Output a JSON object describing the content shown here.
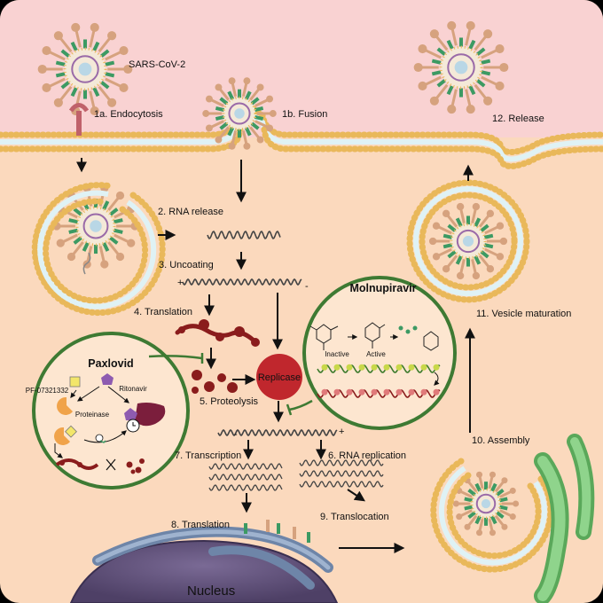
{
  "virus_label": "SARS-CoV-2",
  "steps": {
    "s1a": "1a. Endocytosis",
    "s1b": "1b. Fusion",
    "s2": "2. RNA release",
    "s3": "3. Uncoating",
    "s4": "4. Translation",
    "s5": "5. Proteolysis",
    "s6": "6. RNA replication",
    "s7": "7. Transcription",
    "s8": "8. Translation",
    "s9": "9. Translocation",
    "s10": "10. Assembly",
    "s11": "11. Vesicle maturation",
    "s12": "12. Release"
  },
  "replicase_label": "Replicase",
  "nucleus_label": "Nucleus",
  "strand_plus": "+",
  "strand_minus": "-",
  "paxlovid": {
    "title": "Paxlovid",
    "drug_a": "PF-07321332",
    "drug_b": "Ritonavir",
    "enzyme": "Proteinase"
  },
  "molnupiravir": {
    "title": "Molnupiravir",
    "inactive": "Inactive",
    "active": "Active"
  },
  "colors": {
    "extracellular": "#f9d2d2",
    "cytoplasm": "#fbd9bd",
    "membrane_bead": "#f2d489",
    "inset_border": "#3e7a33",
    "protein": "#8a1c1c",
    "replicase": "#c0272d",
    "spike": "#d6a27e",
    "er": "#6e85a8",
    "nucleus": "#5e4f78",
    "mito": "#7cc47a"
  }
}
